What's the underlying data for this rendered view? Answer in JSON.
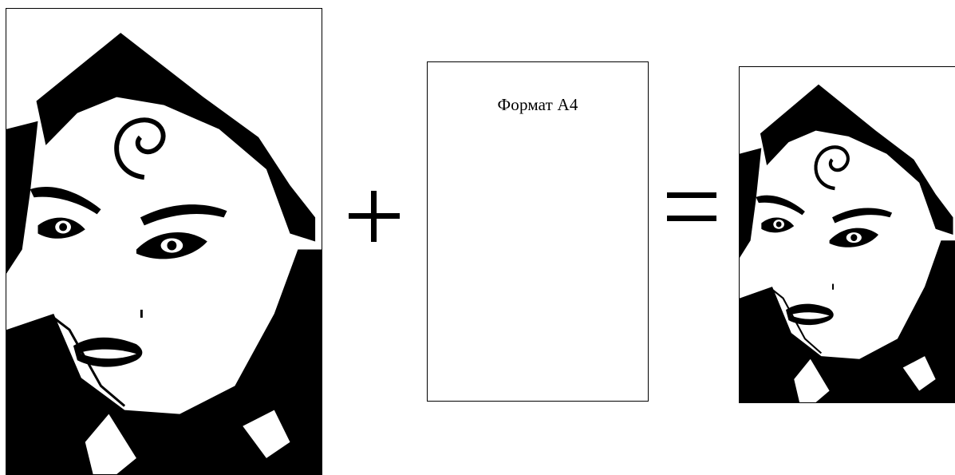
{
  "diagram": {
    "input_image": {
      "description_icon": "portrait-image"
    },
    "operator_plus": "+",
    "paper": {
      "label": "Формат А4"
    },
    "operator_equals": "=",
    "output_image": {
      "description_icon": "portrait-image"
    }
  },
  "colors": {
    "ink": "#000000",
    "paper": "#ffffff"
  }
}
